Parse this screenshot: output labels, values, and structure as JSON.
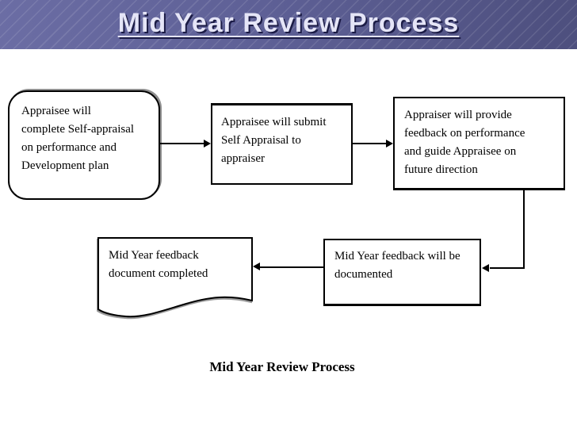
{
  "slide": {
    "header": {
      "title": "Mid Year Review Process"
    },
    "caption": "Mid Year Review Process",
    "colors": {
      "header_gradient_left": "#6B6DA4",
      "header_gradient_right": "#4D4F7E",
      "title_text": "#E5E5F7",
      "title_shadow": "#1B1B45",
      "canvas": "#FFFFFF",
      "box_fill": "#FFFFFF",
      "box_border": "#000000",
      "connector": "#000000"
    },
    "flowchart": {
      "nodes": [
        {
          "id": "self-appraisal",
          "shape": "rounded-rectangle",
          "text": "Appraisee will\ncomplete Self-appraisal\non performance and\nDevelopment plan"
        },
        {
          "id": "submit-appraisal",
          "shape": "rectangle",
          "text": "Appraisee will submit\nSelf Appraisal to\nappraiser"
        },
        {
          "id": "provide-feedback",
          "shape": "rectangle",
          "text": "Appraiser will provide\nfeedback on performance\nand guide Appraisee on\nfuture direction"
        },
        {
          "id": "feedback-documented",
          "shape": "rectangle",
          "text": "Mid Year feedback will be\ndocumented"
        },
        {
          "id": "document-completed",
          "shape": "document",
          "text": "Mid Year feedback\ndocument completed"
        }
      ],
      "connectors": [
        {
          "from": "self-appraisal",
          "to": "submit-appraisal",
          "direction": "right"
        },
        {
          "from": "submit-appraisal",
          "to": "provide-feedback",
          "direction": "right"
        },
        {
          "from": "provide-feedback",
          "to": "feedback-documented",
          "direction": "down-then-left"
        },
        {
          "from": "feedback-documented",
          "to": "document-completed",
          "direction": "left"
        }
      ]
    }
  }
}
